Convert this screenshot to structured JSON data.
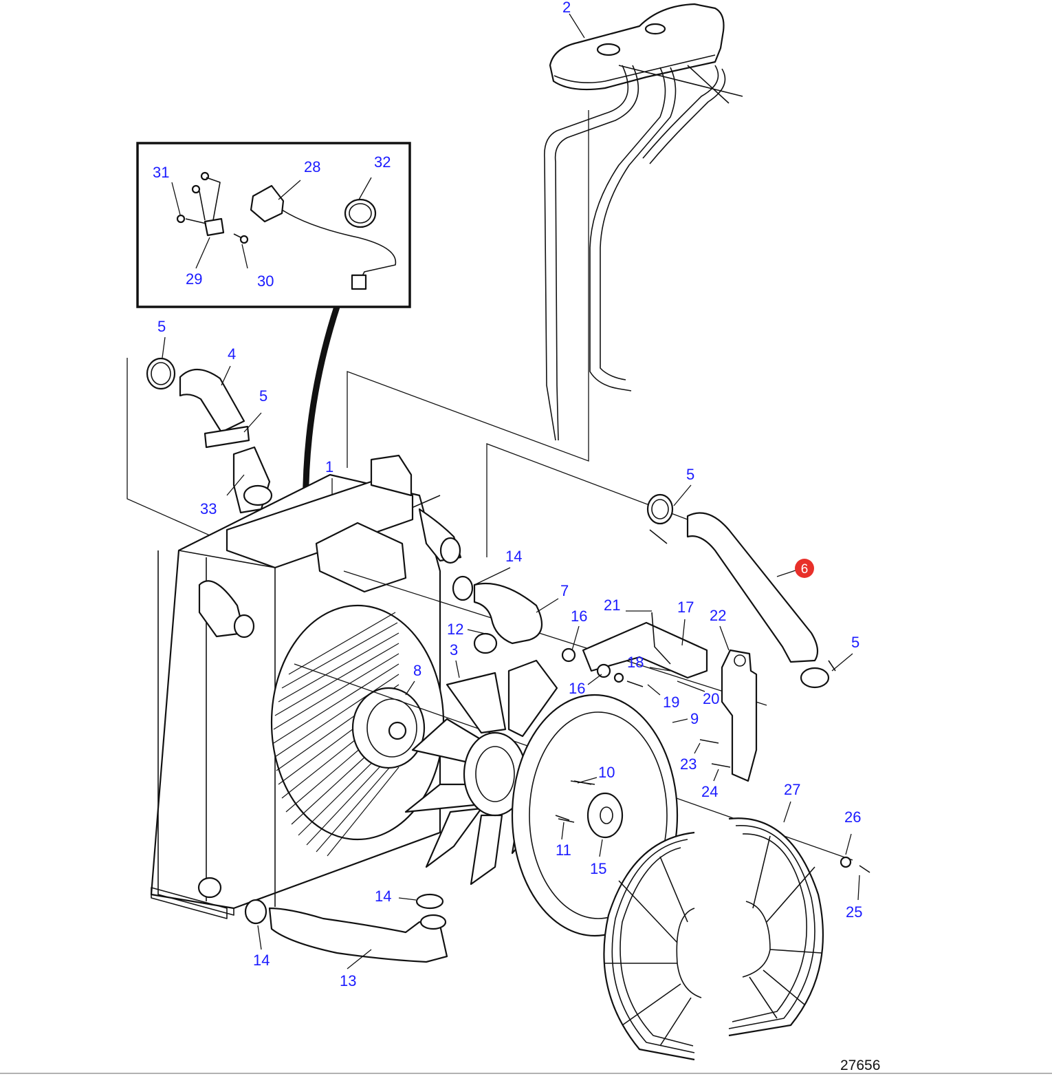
{
  "diagram": {
    "reference_number": "27656",
    "highlight_color": "#e8302a",
    "label_color": "#1a1aff",
    "highlighted_part": "6",
    "callouts": {
      "c2": "2",
      "c31": "31",
      "c28": "28",
      "c32": "32",
      "c29": "29",
      "c30": "30",
      "c5a": "5",
      "c4": "4",
      "c5b": "5",
      "c1": "1",
      "c33": "33",
      "c5c": "5",
      "c6": "6",
      "c14a": "14",
      "c7": "7",
      "c16a": "16",
      "c21": "21",
      "c17": "17",
      "c22": "22",
      "c12": "12",
      "c3": "3",
      "c5d": "5",
      "c18": "18",
      "c8": "8",
      "c16b": "16",
      "c19": "19",
      "c20": "20",
      "c9": "9",
      "c23": "23",
      "c10": "10",
      "c24": "24",
      "c27": "27",
      "c11": "11",
      "c26": "26",
      "c15": "15",
      "c25": "25",
      "c14b": "14",
      "c14c": "14",
      "c13": "13"
    }
  }
}
